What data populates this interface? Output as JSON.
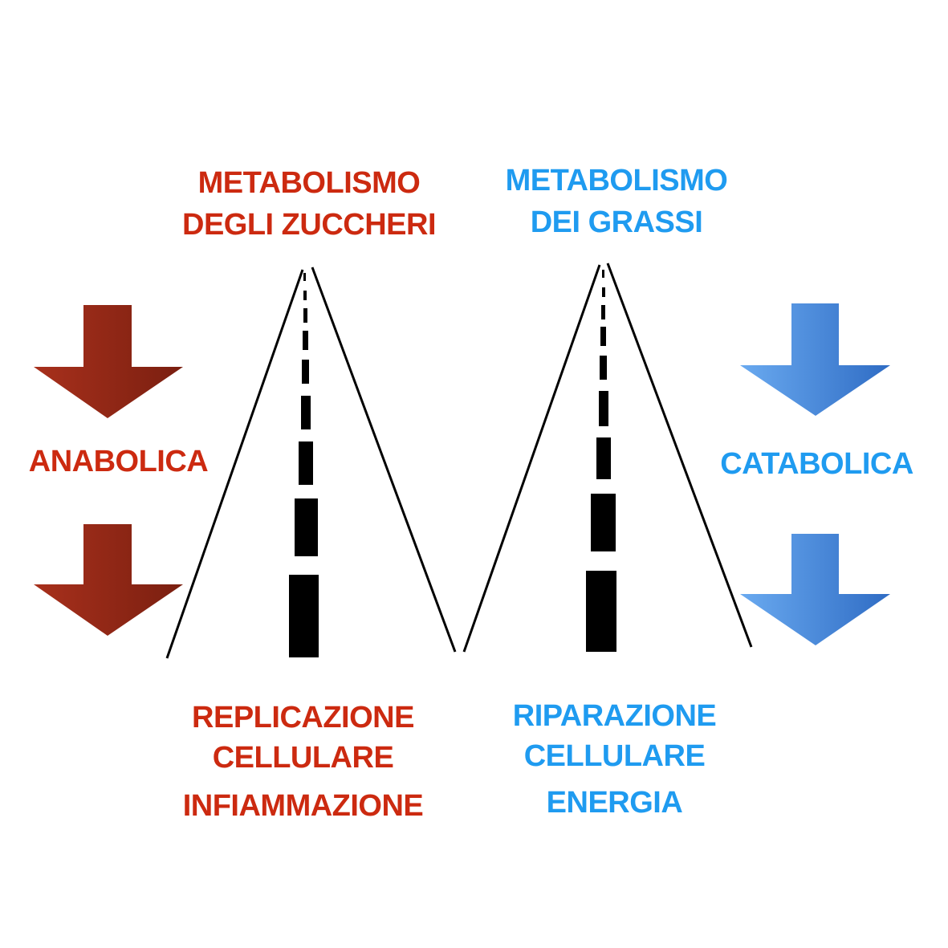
{
  "colors": {
    "sugar_text": "#cc2a10",
    "fat_text": "#1f9bf0",
    "anabolic_arrow_light": "#a8301c",
    "anabolic_arrow_dark": "#7a1f10",
    "catabolic_arrow_light": "#6aaaf0",
    "catabolic_arrow_dark": "#2f6cc4",
    "road": "#000000"
  },
  "sugar_path": {
    "title_line1": "METABOLISMO",
    "title_line2": "DEGLI ZUCCHERI",
    "mode_label": "ANABOLICA",
    "effect_line1": "REPLICAZIONE",
    "effect_line2": "CELLULARE",
    "effect_line3": "INFIAMMAZIONE",
    "arrow_icon": "arrow-down-icon"
  },
  "fat_path": {
    "title_line1": "METABOLISMO",
    "title_line2": "DEI GRASSI",
    "mode_label": "CATABOLICA",
    "effect_line1": "RIPARAZIONE",
    "effect_line2": "CELLULARE",
    "effect_line3": "ENERGIA",
    "arrow_icon": "arrow-down-icon"
  }
}
